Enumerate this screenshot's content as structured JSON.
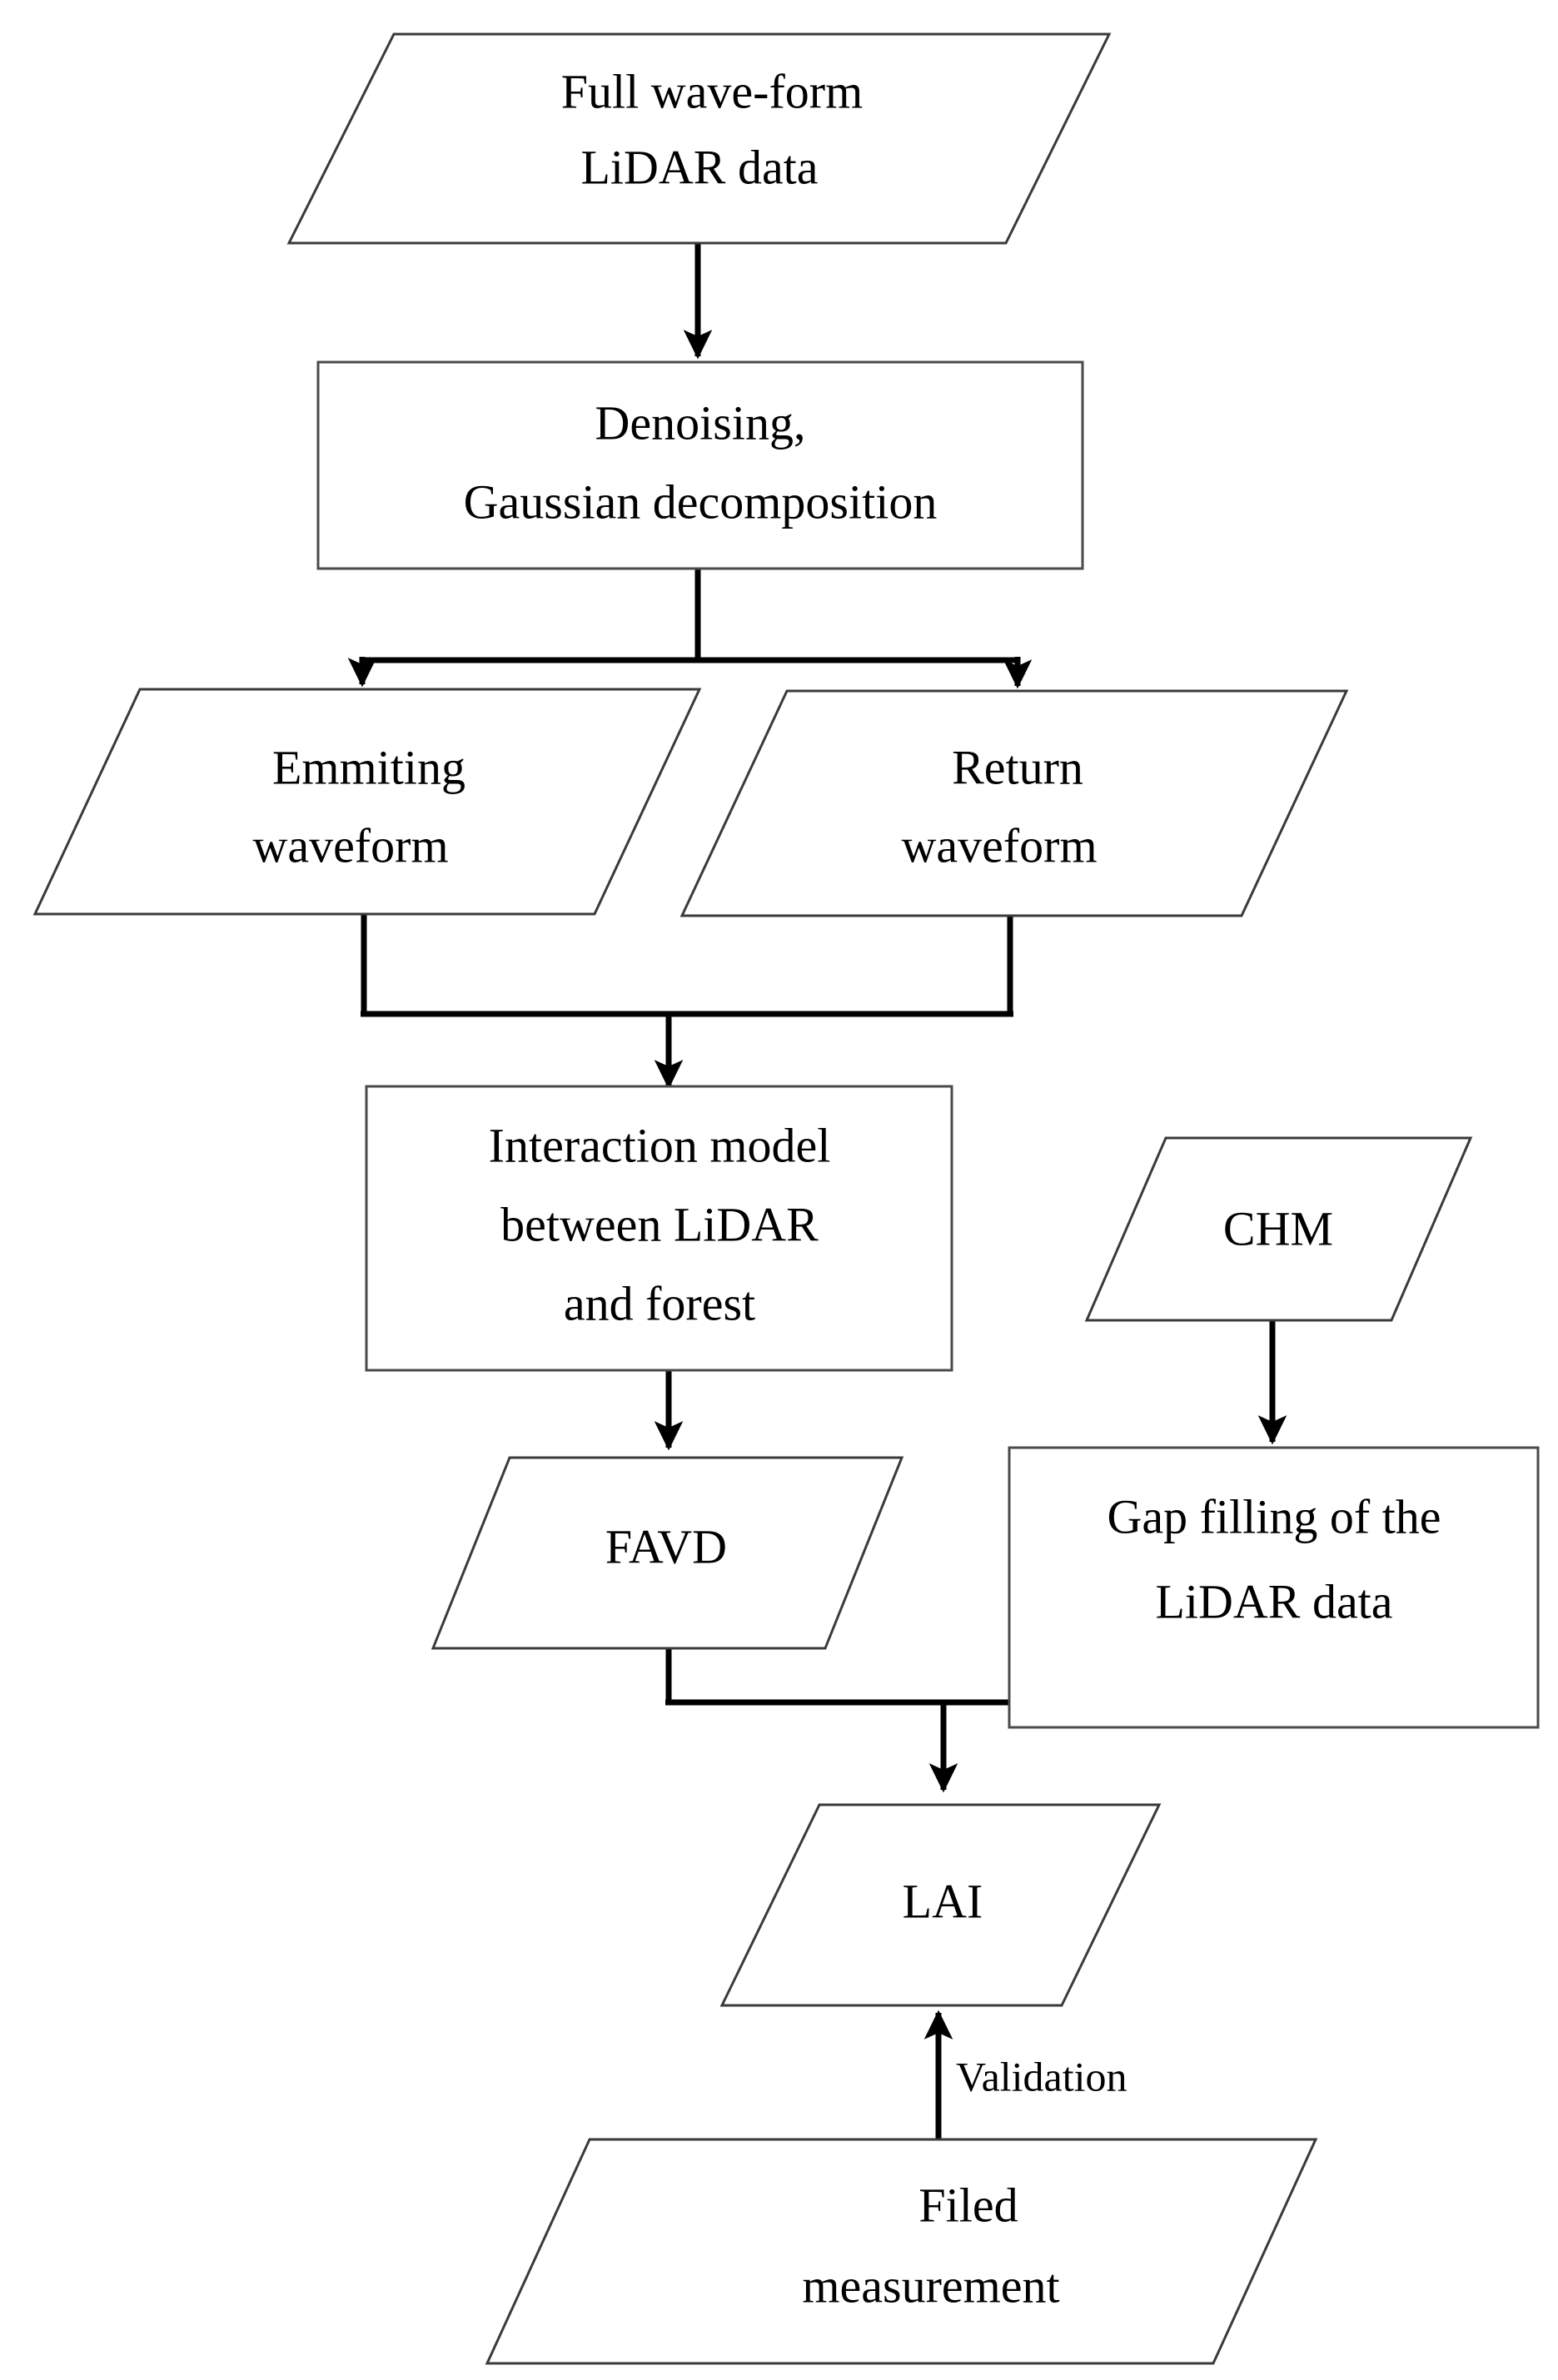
{
  "diagram": {
    "type": "flowchart",
    "orientation": "top-to-bottom",
    "background_color": "#ffffff",
    "line_color": "#000000",
    "shape_stroke_color": "#3a3a3a",
    "shape_fill_color": "#ffffff",
    "nodes": [
      {
        "id": "full-waveform-lidar-data",
        "shape": "parallelogram",
        "lines": [
          "Full wave-form",
          "LiDAR data"
        ]
      },
      {
        "id": "denoising-gaussian-decomposition",
        "shape": "rectangle",
        "lines": [
          "Denoising,",
          "Gaussian decomposition"
        ]
      },
      {
        "id": "emmiting-waveform",
        "shape": "parallelogram",
        "lines": [
          "Emmiting",
          "waveform"
        ]
      },
      {
        "id": "return-waveform",
        "shape": "parallelogram",
        "lines": [
          "Return",
          "waveform"
        ]
      },
      {
        "id": "interaction-model",
        "shape": "rectangle",
        "lines": [
          "Interaction model",
          "between LiDAR",
          "and forest"
        ]
      },
      {
        "id": "chm",
        "shape": "parallelogram",
        "lines": [
          "CHM"
        ]
      },
      {
        "id": "favd",
        "shape": "parallelogram",
        "lines": [
          "FAVD"
        ]
      },
      {
        "id": "gap-filling-lidar-data",
        "shape": "rectangle",
        "lines": [
          "Gap filling of the",
          "LiDAR data"
        ]
      },
      {
        "id": "lai",
        "shape": "parallelogram",
        "lines": [
          "LAI"
        ]
      },
      {
        "id": "filed-measurement",
        "shape": "parallelogram",
        "lines": [
          "Filed",
          "measurement"
        ]
      }
    ],
    "edges": [
      {
        "id": "e1",
        "from": "full-waveform-lidar-data",
        "to": "denoising-gaussian-decomposition",
        "label": ""
      },
      {
        "id": "e2",
        "from": "denoising-gaussian-decomposition",
        "to": "emmiting-waveform",
        "label": ""
      },
      {
        "id": "e3",
        "from": "denoising-gaussian-decomposition",
        "to": "return-waveform",
        "label": ""
      },
      {
        "id": "e4",
        "from": "emmiting-waveform",
        "to": "interaction-model",
        "label": ""
      },
      {
        "id": "e5",
        "from": "return-waveform",
        "to": "interaction-model",
        "label": ""
      },
      {
        "id": "e6",
        "from": "interaction-model",
        "to": "favd",
        "label": ""
      },
      {
        "id": "e7",
        "from": "chm",
        "to": "gap-filling-lidar-data",
        "label": ""
      },
      {
        "id": "e8",
        "from": "favd",
        "to": "lai",
        "label": ""
      },
      {
        "id": "e9",
        "from": "gap-filling-lidar-data",
        "to": "lai",
        "label": ""
      },
      {
        "id": "e10",
        "from": "filed-measurement",
        "to": "lai",
        "label": "Validation"
      }
    ],
    "edge_labels": {
      "validation": "Validation"
    }
  }
}
